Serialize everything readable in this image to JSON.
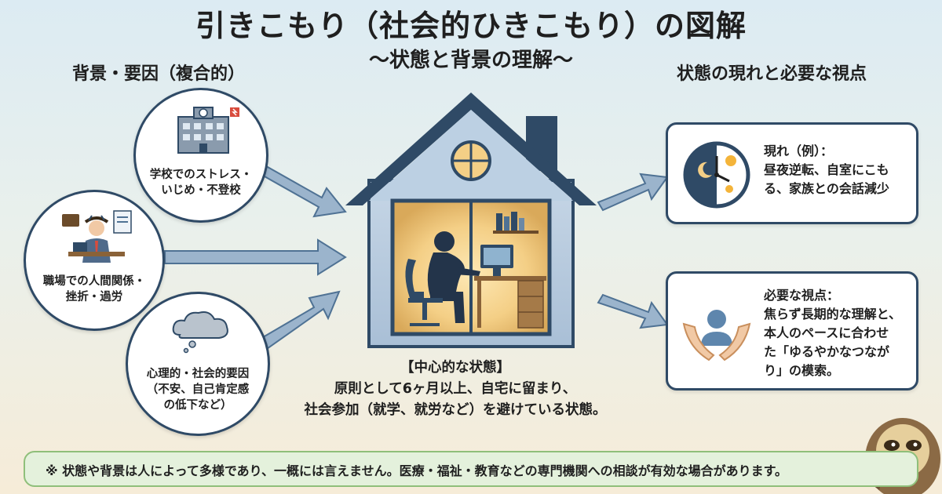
{
  "header": {
    "title": "引きこもり（社会的ひきこもり）の図解",
    "subtitle": "〜状態と背景の理解〜"
  },
  "left": {
    "heading": "背景・要因（複合的）",
    "factors": [
      {
        "label": "学校でのストレス・\nいじめ・不登校",
        "icon": "school-building-icon"
      },
      {
        "label": "職場での人間関係・\n挫折・過労",
        "icon": "stressed-worker-icon"
      },
      {
        "label": "心理的・社会的要因\n（不安、自己肯定感\nの低下など）",
        "icon": "thought-cloud-icon"
      }
    ]
  },
  "center": {
    "heading": "【中心的な状態】",
    "line1": "原則として6ヶ月以上、自宅に留まり、",
    "line2": "社会参加（就学、就労など）を避けている状態。"
  },
  "right": {
    "heading": "状態の現れと必要な視点",
    "cards": [
      {
        "text": "現れ（例）：\n昼夜逆転、自室にこも\nる、家族との会話減少",
        "icon": "day-night-clock-icon"
      },
      {
        "text": "必要な視点：\n焦らず長期的な理解と、\n本人のペースに合わせ\nた「ゆるやかなつなが\nり」の模索。",
        "icon": "supporting-hands-icon"
      }
    ]
  },
  "footer": {
    "note": "※ 状態や背景は人によって多様であり、一概には言えません。医療・福祉・教育などの専門機関への相談が有効な場合があります。"
  },
  "colors": {
    "outline": "#2f4a66",
    "arrow": "#4f7294",
    "room_glow": "#f4cf86",
    "note_bg": "#e4f1dc"
  }
}
